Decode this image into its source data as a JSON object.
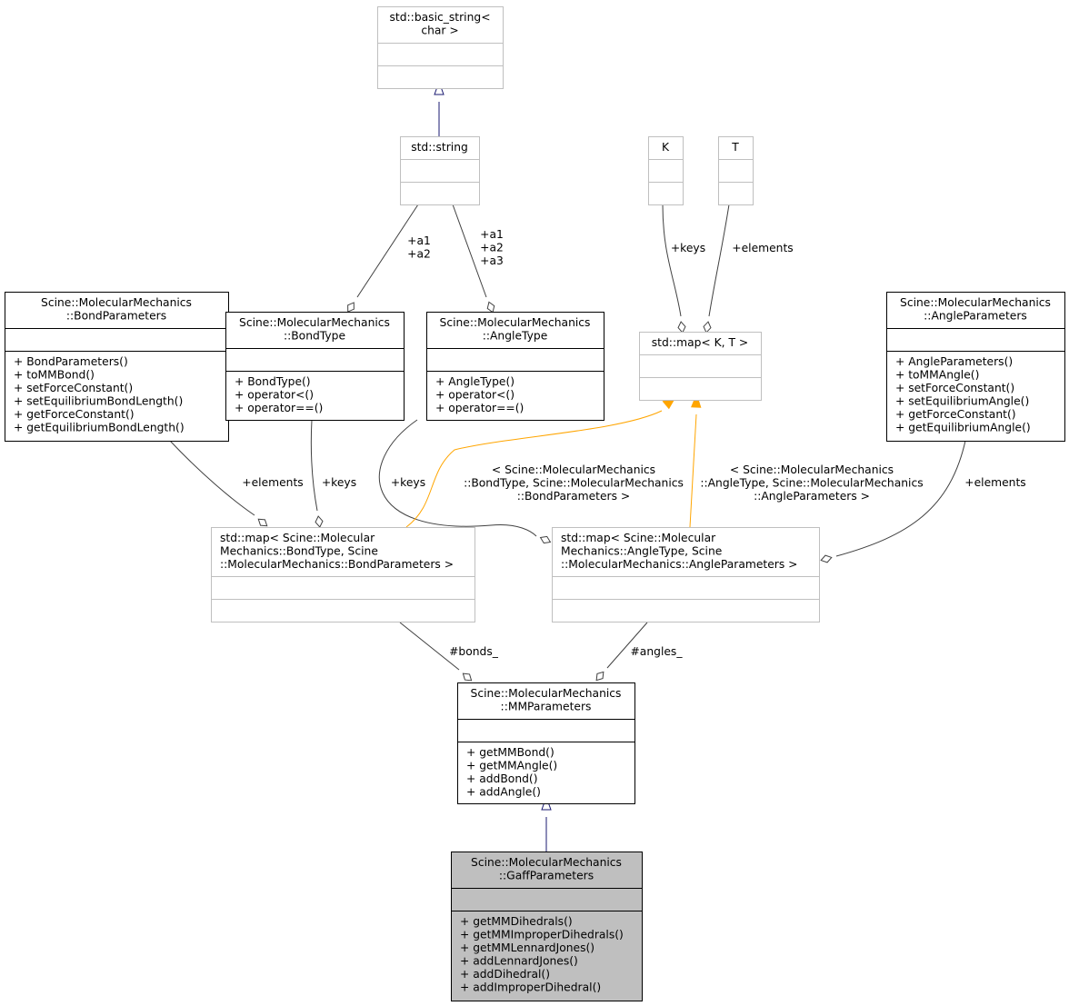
{
  "classes": {
    "basic_string": {
      "title": [
        "std::basic_string<",
        "char >"
      ],
      "attributes": [],
      "methods": []
    },
    "string": {
      "title": [
        "std::string"
      ],
      "attributes": [],
      "methods": []
    },
    "k": {
      "title": [
        "K"
      ],
      "attributes": [],
      "methods": []
    },
    "t": {
      "title": [
        "T"
      ],
      "attributes": [],
      "methods": []
    },
    "map_kt": {
      "title": [
        "std::map< K, T >"
      ],
      "attributes": [],
      "methods": []
    },
    "bond_params": {
      "title": [
        "Scine::MolecularMechanics",
        "::BondParameters"
      ],
      "attributes": [],
      "methods": [
        "+ BondParameters()",
        "+ toMMBond()",
        "+ setForceConstant()",
        "+ setEquilibriumBondLength()",
        "+ getForceConstant()",
        "+ getEquilibriumBondLength()"
      ]
    },
    "bond_type": {
      "title": [
        "Scine::MolecularMechanics",
        "::BondType"
      ],
      "attributes": [],
      "methods": [
        "+ BondType()",
        "+ operator<()",
        "+ operator==()"
      ]
    },
    "angle_type": {
      "title": [
        "Scine::MolecularMechanics",
        "::AngleType"
      ],
      "attributes": [],
      "methods": [
        "+ AngleType()",
        "+ operator<()",
        "+ operator==()"
      ]
    },
    "angle_params": {
      "title": [
        "Scine::MolecularMechanics",
        "::AngleParameters"
      ],
      "attributes": [],
      "methods": [
        "+ AngleParameters()",
        "+ toMMAngle()",
        "+ setForceConstant()",
        "+ setEquilibriumAngle()",
        "+ getForceConstant()",
        "+ getEquilibriumAngle()"
      ]
    },
    "bond_map": {
      "title": [
        "std::map< Scine::Molecular",
        "Mechanics::BondType, Scine",
        "::MolecularMechanics::BondParameters >"
      ],
      "attributes": [],
      "methods": []
    },
    "angle_map": {
      "title": [
        "std::map< Scine::Molecular",
        "Mechanics::AngleType, Scine",
        "::MolecularMechanics::AngleParameters >"
      ],
      "attributes": [],
      "methods": []
    },
    "mm_params": {
      "title": [
        "Scine::MolecularMechanics",
        "::MMParameters"
      ],
      "attributes": [],
      "methods": [
        "+ getMMBond()",
        "+ getMMAngle()",
        "+ addBond()",
        "+ addAngle()"
      ]
    },
    "gaff_params": {
      "title": [
        "Scine::MolecularMechanics",
        "::GaffParameters"
      ],
      "attributes": [],
      "methods": [
        "+ getMMDihedrals()",
        "+ getMMImproperDihedrals()",
        "+ getMMLennardJones()",
        "+ addLennardJones()",
        "+ addDihedral()",
        "+ addImproperDihedral()"
      ]
    }
  },
  "edge_labels": {
    "string_bondtype": [
      "+a1",
      "+a2"
    ],
    "string_angletype": [
      "+a1",
      "+a2",
      "+a3"
    ],
    "k_map": [
      "+keys"
    ],
    "t_map": [
      "+elements"
    ],
    "bondparams_bondmap": [
      "+elements"
    ],
    "bondtype_bondmap": [
      "+keys"
    ],
    "angletype_anglemap": [
      "+keys"
    ],
    "bondmap_template": [
      "< Scine::MolecularMechanics",
      "::BondType, Scine::MolecularMechanics",
      "::BondParameters >"
    ],
    "anglemap_template": [
      "< Scine::MolecularMechanics",
      "::AngleType, Scine::MolecularMechanics",
      "::AngleParameters >"
    ],
    "angleparams_anglemap": [
      "+elements"
    ],
    "bondmap_mm": [
      "#bonds_"
    ],
    "anglemap_mm": [
      "#angles_"
    ]
  },
  "colors": {
    "association": "#404040",
    "inheritance": "#191970",
    "template": "#ffa500",
    "external_border": "#bfbfbf",
    "focus_fill": "#bfbfbf"
  }
}
